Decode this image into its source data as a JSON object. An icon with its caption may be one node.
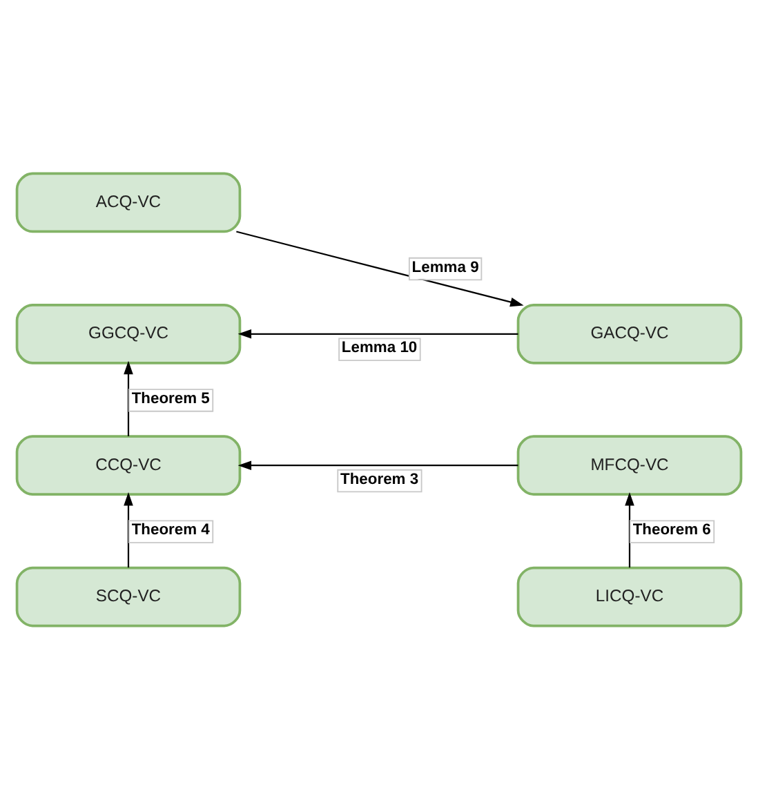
{
  "diagram": {
    "nodes": [
      {
        "text": [
          "ACQ-VC"
        ]
      },
      {
        "text": [
          "GGCQ-VC"
        ]
      },
      {
        "text": [
          "GACQ-VC"
        ]
      },
      {
        "text": [
          "CCQ-VC"
        ]
      },
      {
        "text": [
          "MFCQ-VC"
        ]
      },
      {
        "text": [
          "SCQ-VC"
        ]
      },
      {
        "text": [
          "LICQ-VC"
        ]
      }
    ],
    "edges": [
      {
        "from": 0,
        "to": 2,
        "arrow": "to",
        "label": "Lemma 9"
      },
      {
        "from": 2,
        "to": 1,
        "arrow": "to",
        "label": "Lemma 10"
      },
      {
        "from": 3,
        "to": 1,
        "arrow": "to",
        "label": "Theorem 5"
      },
      {
        "from": 4,
        "to": 3,
        "arrow": "to",
        "label": "Theorem 3"
      },
      {
        "from": 5,
        "to": 3,
        "arrow": "to",
        "label": "Theorem 4"
      },
      {
        "from": 6,
        "to": 4,
        "arrow": "to",
        "label": "Theorem 6"
      }
    ]
  }
}
